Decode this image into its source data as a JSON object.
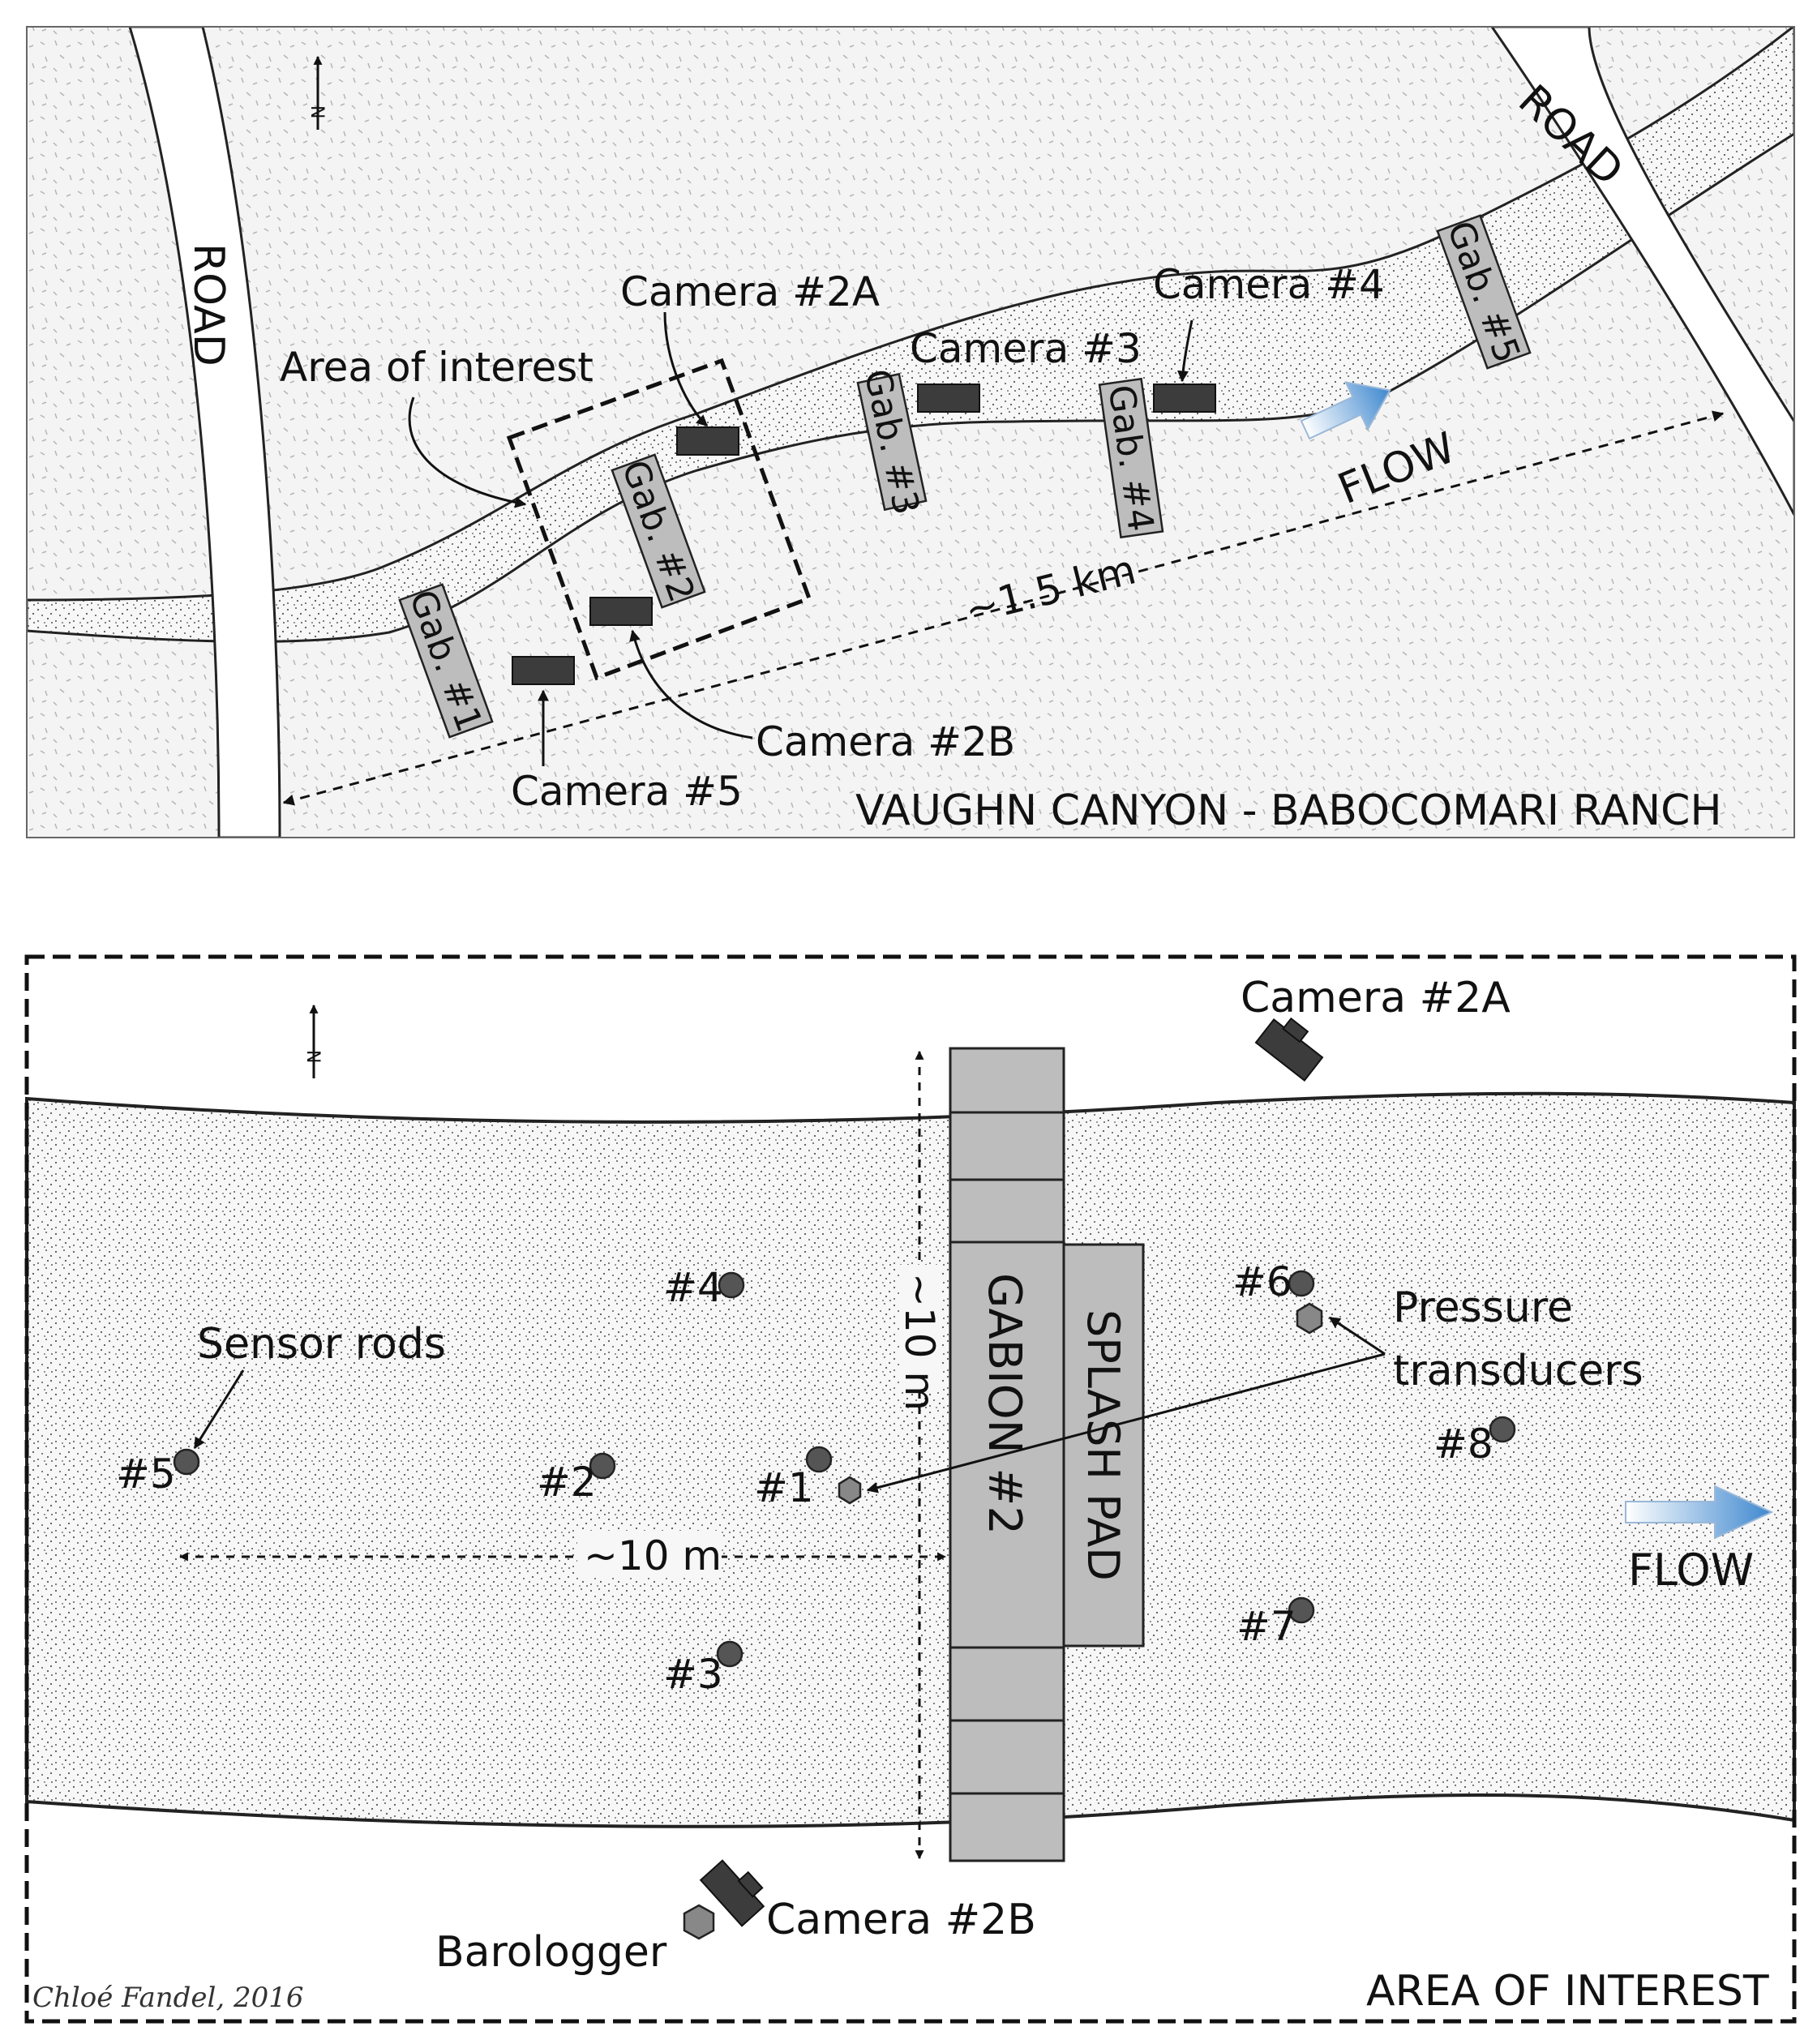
{
  "top_map": {
    "roads": [
      "ROAD",
      "ROAD"
    ],
    "gabions": [
      "Gab. #1",
      "Gab. #2",
      "Gab. #3",
      "Gab. #4",
      "Gab. #5"
    ],
    "cameras": [
      "Camera #2A",
      "Camera #3",
      "Camera #4",
      "Camera #2B",
      "Camera #5"
    ],
    "area_of_interest": "Area of interest",
    "flow": "FLOW",
    "distance": "~1.5 km",
    "site_title": "VAUGHN CANYON - BABOCOMARI RANCH",
    "north": "N"
  },
  "detail_map": {
    "camera_2a": "Camera #2A",
    "camera_2b": "Camera #2B",
    "barologger": "Barologger",
    "gabion": "GABION #2",
    "splash_pad": "SPLASH PAD",
    "sensor_rods_label": "Sensor rods",
    "pressure_transducers_label": [
      "Pressure",
      "transducers"
    ],
    "rods": [
      "#1",
      "#2",
      "#3",
      "#4",
      "#5",
      "#6",
      "#7",
      "#8"
    ],
    "dist_vertical": "~10 m",
    "dist_horizontal": "~10 m",
    "flow": "FLOW",
    "title": "AREA OF INTEREST",
    "north": "N",
    "credit": "Chloé Fandel, 2016"
  },
  "colors": {
    "ground": "#f3f3f3",
    "stream": "#f6f6f6",
    "gabion": "#bdbdbd",
    "camera": "#3c3c3c",
    "sensor": "#555555",
    "flow_arrow": "#4a90d0"
  }
}
